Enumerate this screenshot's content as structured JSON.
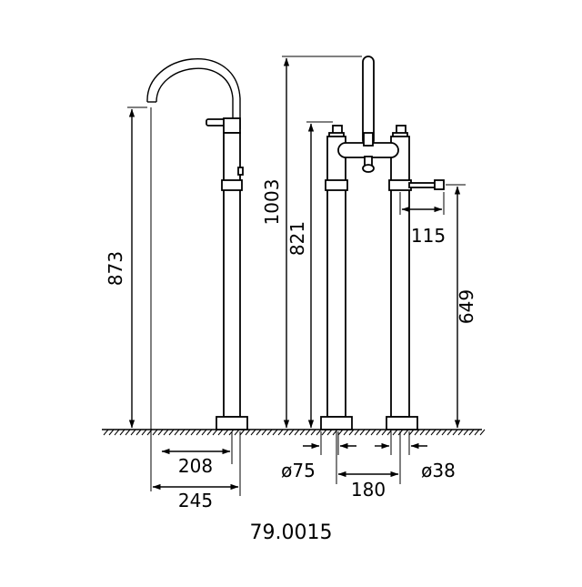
{
  "drawing": {
    "product_code": "79.0015",
    "dimensions": {
      "left_height": "873",
      "left_width_inner": "208",
      "left_width_outer": "245",
      "total_height": "1003",
      "body_height": "821",
      "hand_shower_height": "649",
      "hand_shower_offset": "115",
      "base_diameter": "ø75",
      "leg_spacing": "180",
      "leg_diameter": "ø38"
    }
  }
}
